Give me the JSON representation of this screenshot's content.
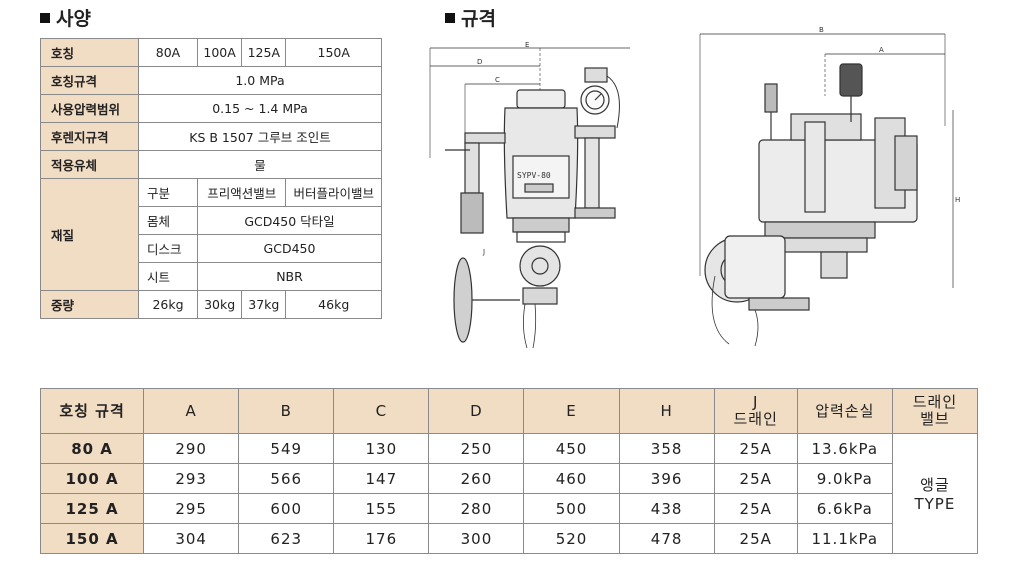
{
  "headings": {
    "spec": "사양",
    "dimension": "규격"
  },
  "spec": {
    "nominal_label": "호칭",
    "sizes": [
      "80A",
      "100A",
      "125A",
      "150A"
    ],
    "rating_label": "호칭규격",
    "rating_value": "1.0 MPa",
    "pressure_label": "사용압력범위",
    "pressure_value": "0.15 ~ 1.4 MPa",
    "flange_label": "후렌지규격",
    "flange_value": "KS B 1507 그루브 조인트",
    "fluid_label": "적용유체",
    "fluid_value": "물",
    "material_label": "재질",
    "materials": [
      {
        "part": "구분",
        "value1": "프리액션밸브",
        "value2": "버터플라이밸브"
      },
      {
        "part": "몸체",
        "value": "GCD450 닥타일"
      },
      {
        "part": "디스크",
        "value": "GCD450"
      },
      {
        "part": "시트",
        "value": "NBR"
      }
    ],
    "weight_label": "중량",
    "weights": [
      "26kg",
      "30kg",
      "37kg",
      "46kg"
    ]
  },
  "drawing": {
    "front_label": "SYPV-80",
    "dim_labels": {
      "e": "E",
      "d": "D",
      "c": "C",
      "j": "J",
      "b": "B",
      "a": "A",
      "h": "H"
    }
  },
  "dims": {
    "headers": [
      "호칭 규격",
      "A",
      "B",
      "C",
      "D",
      "E",
      "H",
      "J",
      "드래인",
      "압력손실",
      "드래인",
      "밸브"
    ],
    "rows": [
      {
        "size": "80 A",
        "a": "290",
        "b": "549",
        "c": "130",
        "d": "250",
        "e": "450",
        "h": "358",
        "j": "25A",
        "loss": "13.6kPa"
      },
      {
        "size": "100 A",
        "a": "293",
        "b": "566",
        "c": "147",
        "d": "260",
        "e": "460",
        "h": "396",
        "j": "25A",
        "loss": "9.0kPa"
      },
      {
        "size": "125 A",
        "a": "295",
        "b": "600",
        "c": "155",
        "d": "280",
        "e": "500",
        "h": "438",
        "j": "25A",
        "loss": "6.6kPa"
      },
      {
        "size": "150 A",
        "a": "304",
        "b": "623",
        "c": "176",
        "d": "300",
        "e": "520",
        "h": "478",
        "j": "25A",
        "loss": "11.1kPa"
      }
    ],
    "drain_type_line1": "앵글",
    "drain_type_line2": "TYPE"
  }
}
